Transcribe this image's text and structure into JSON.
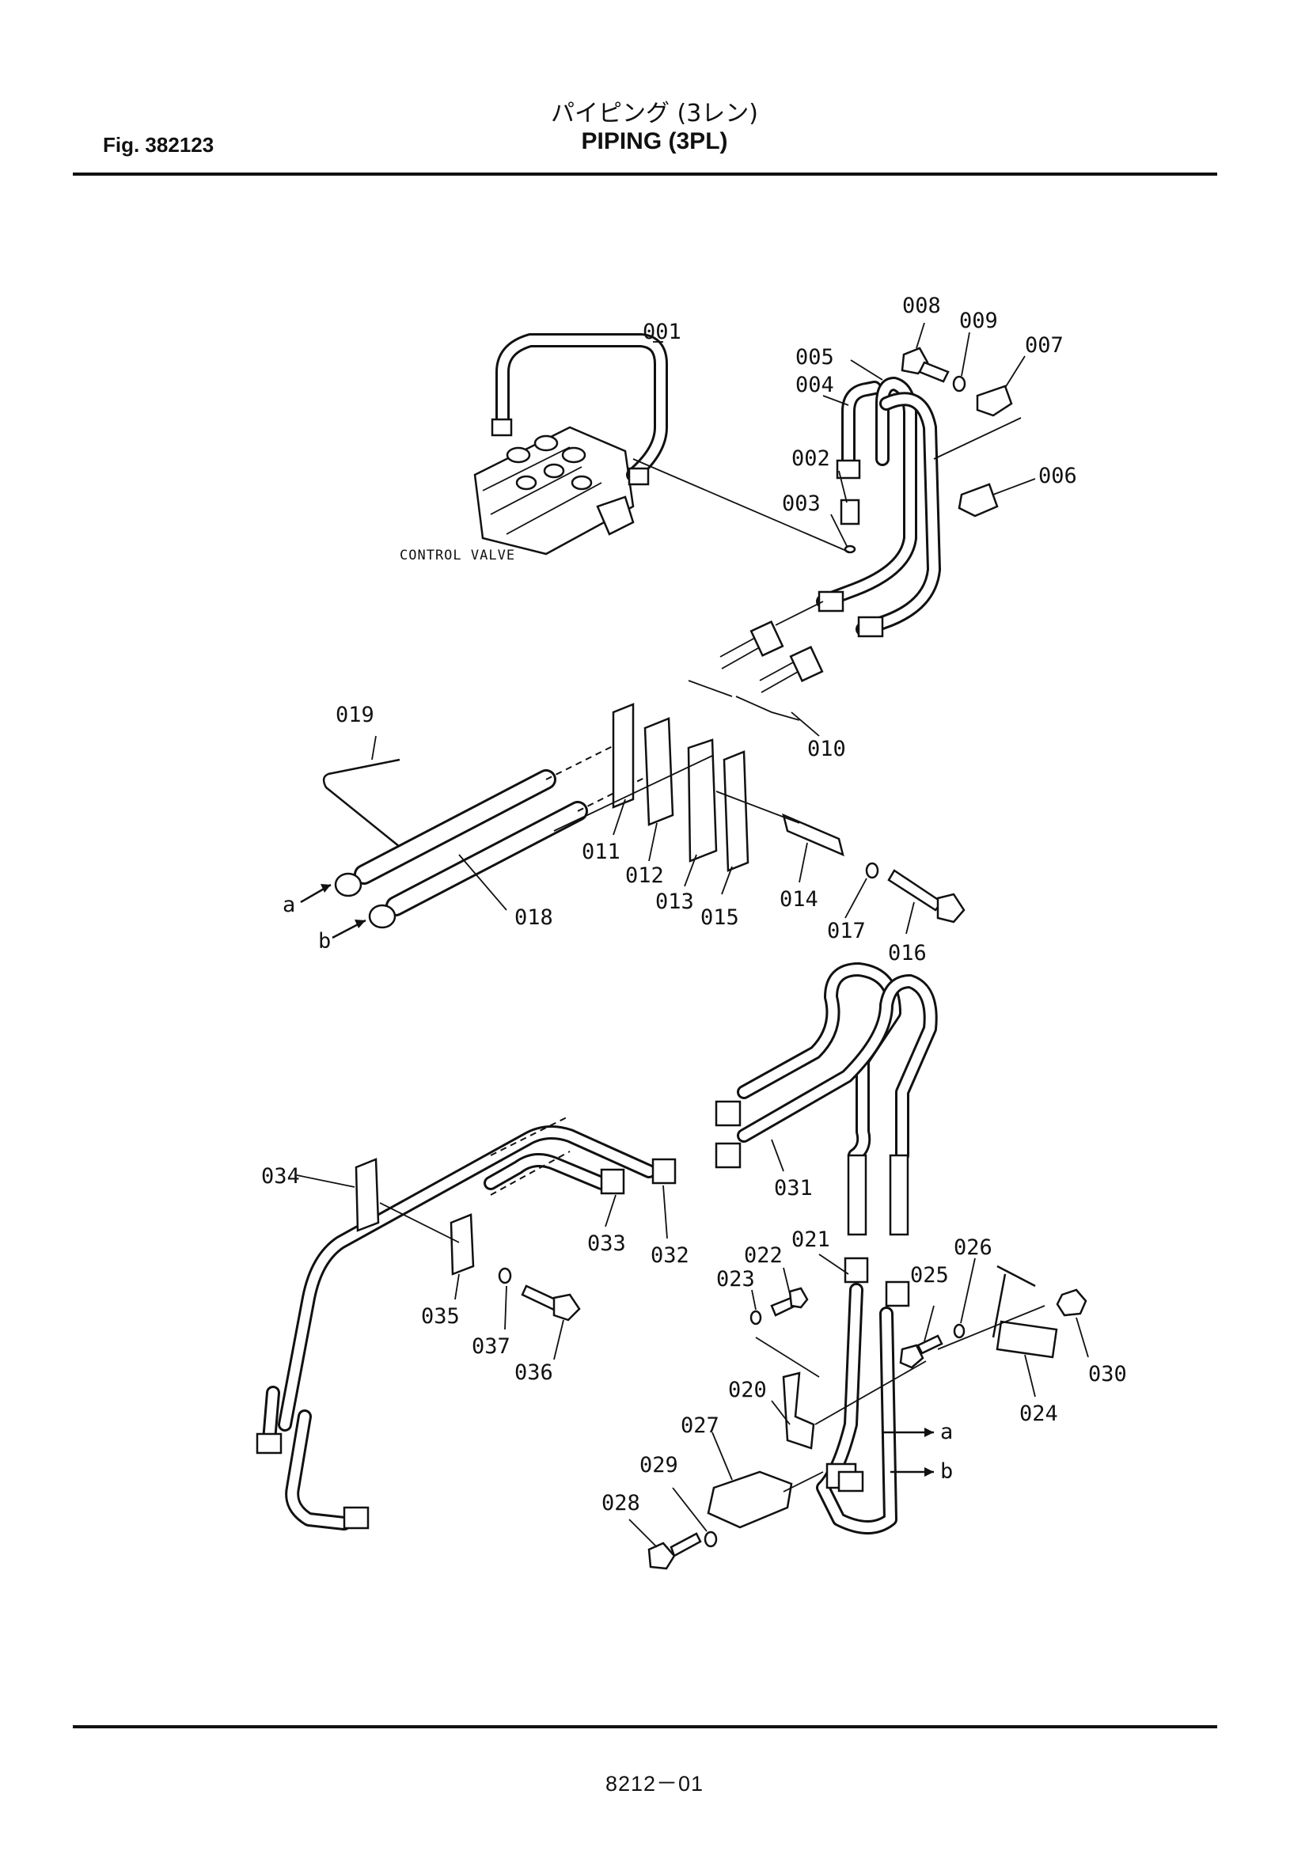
{
  "header": {
    "figure_number": "Fig. 382123",
    "title_jp": "パイピング (3レン)",
    "title_en": "PIPING (3PL)"
  },
  "footer": {
    "page_code": "8212－01"
  },
  "diagram": {
    "caption_control_valve": "CONTROL VALVE",
    "ports": {
      "a": "a",
      "b": "b"
    },
    "callouts": {
      "c001": "001",
      "c002": "002",
      "c003": "003",
      "c004": "004",
      "c005": "005",
      "c006": "006",
      "c007": "007",
      "c008": "008",
      "c009": "009",
      "c010": "010",
      "c011": "011",
      "c012": "012",
      "c013": "013",
      "c014": "014",
      "c015": "015",
      "c016": "016",
      "c017": "017",
      "c018": "018",
      "c019": "019",
      "c020": "020",
      "c021": "021",
      "c022": "022",
      "c023": "023",
      "c024": "024",
      "c025": "025",
      "c026": "026",
      "c027": "027",
      "c028": "028",
      "c029": "029",
      "c030": "030",
      "c031": "031",
      "c032": "032",
      "c033": "033",
      "c034": "034",
      "c035": "035",
      "c036": "036",
      "c037": "037"
    }
  }
}
